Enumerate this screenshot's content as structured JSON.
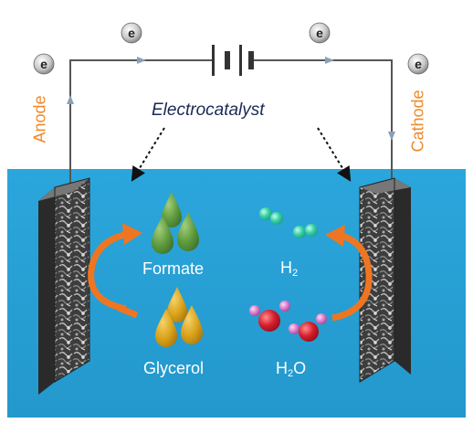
{
  "labels": {
    "anode": "Anode",
    "cathode": "Cathode",
    "electrocatalyst": "Electrocatalyst",
    "formate": "Formate",
    "h2_main": "H",
    "h2_sub": "2",
    "glycerol": "Glycerol",
    "h2o_h": "H",
    "h2o_sub": "2",
    "h2o_o": "O",
    "electron": "e"
  },
  "colors": {
    "electrolyte": "#2aa3d9",
    "label_orange": "#f08a28",
    "arrow_orange": "#ee7622",
    "wire": "#555555",
    "droplet_green": "#5e9a3e",
    "droplet_gold": "#d9a21b",
    "hydrogen_teal": "#35d0a8",
    "oxygen_red": "#d81f2e",
    "h_atom_pink": "#d977c8"
  }
}
